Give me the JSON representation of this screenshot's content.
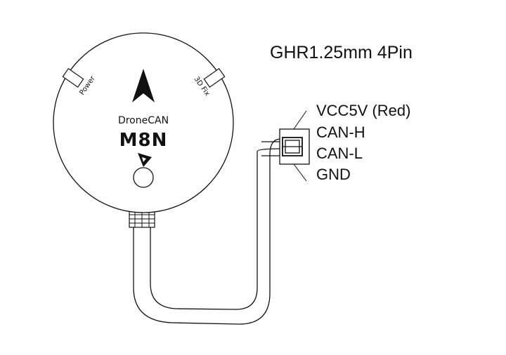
{
  "connector": {
    "title": "GHR1.25mm  4Pin"
  },
  "pins": [
    {
      "label": "VCC5V (Red)"
    },
    {
      "label": "CAN-H"
    },
    {
      "label": "CAN-L"
    },
    {
      "label": "GND"
    }
  ],
  "device": {
    "brand": "DroneCAN",
    "model": "M8N",
    "led_power": "Power",
    "led_fix": "3D Fix"
  },
  "colors": {
    "stroke": "#111111",
    "fill": "#ffffff"
  }
}
